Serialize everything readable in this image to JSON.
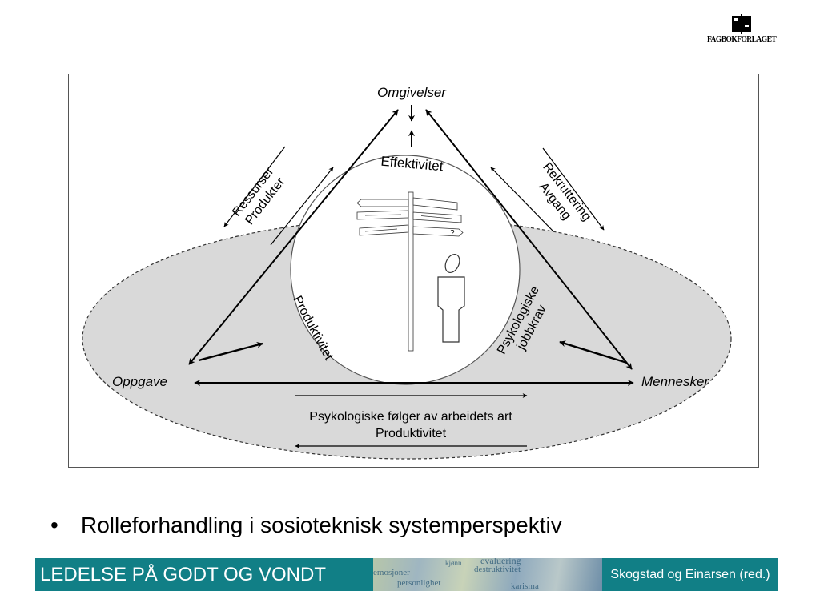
{
  "logo": {
    "publisher": "FAGBOKFORLAGET"
  },
  "diagram": {
    "nodes": {
      "top": "Omgivelser",
      "left": "Oppgave",
      "right": "Mennesker"
    },
    "center_label": "Effektivitet",
    "left_edge": {
      "line1": "Ressurser",
      "line2": "Produkter"
    },
    "right_edge": {
      "line1": "Rekruttering",
      "line2": "Avgang"
    },
    "inner_left": "Produktivitet",
    "inner_right": {
      "line1": "Psykologiske",
      "line2": "jobbkrav"
    },
    "bottom_edge": {
      "line1": "Psykologiske følger av arbeidets art",
      "line2": "Produktivitet"
    },
    "sign_question": "?"
  },
  "bullet": {
    "text": "Rolleforhandling i sosioteknisk systemperspektiv"
  },
  "footer": {
    "left": "LEDELSE PÅ GODT OG VONDT",
    "right": "Skogstad og Einarsen (red.)",
    "collage_words": [
      "evaluering",
      "kjønn",
      "emosjoner",
      "destruktivitet",
      "personlighet",
      "karisma"
    ]
  },
  "colors": {
    "footer_teal": "#117f86",
    "ellipse_fill": "#d9d9d9"
  }
}
